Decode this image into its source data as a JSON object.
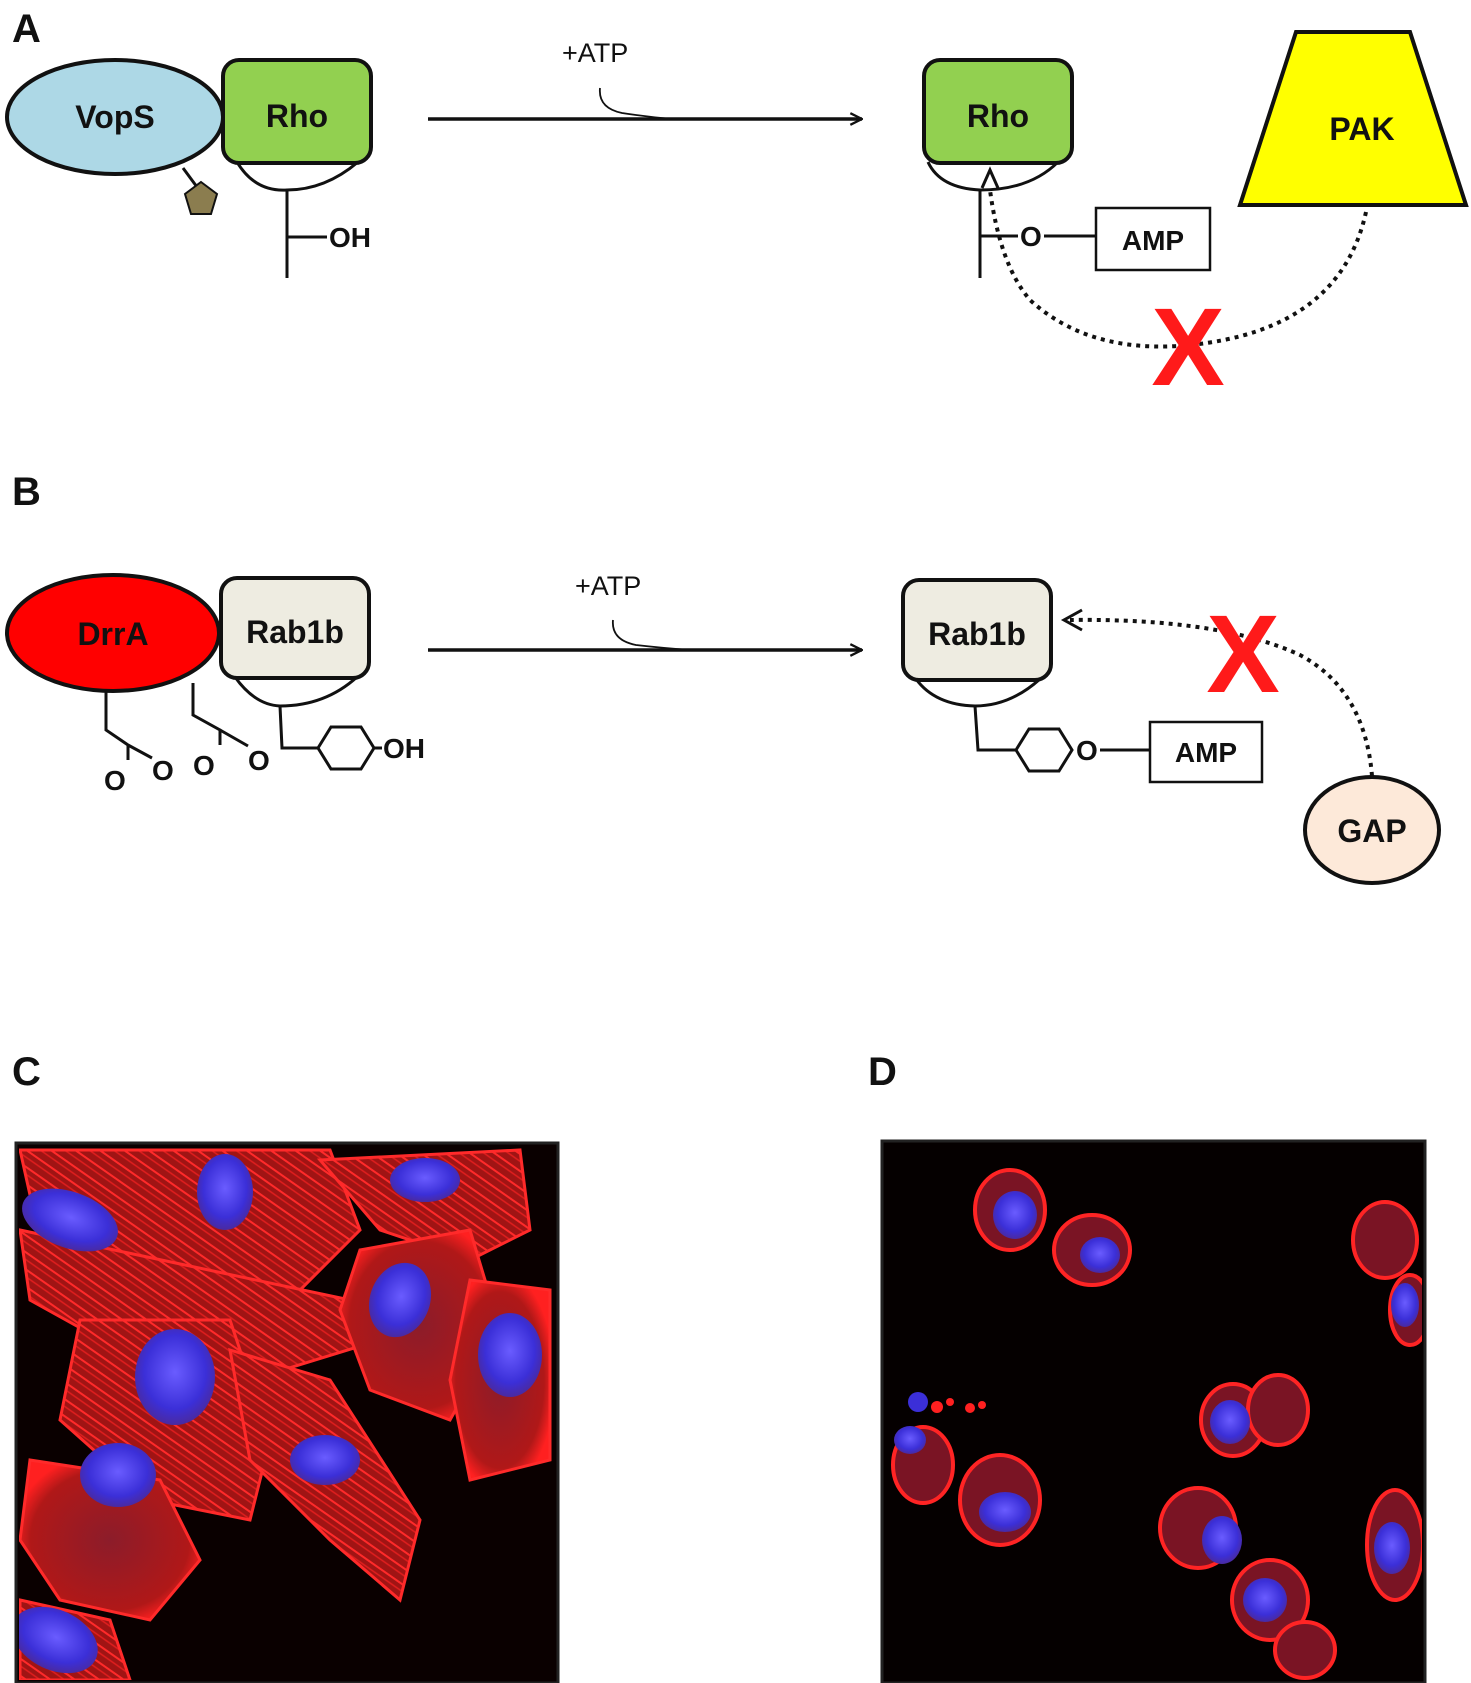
{
  "panels": {
    "a": {
      "label": "A",
      "enzyme": "VopS",
      "substrate": "Rho",
      "reagent": "+ATP",
      "hydroxyl": "OH",
      "oxygen": "O",
      "adduct": "AMP",
      "blocked_partner": "PAK",
      "blocked_mark": "X",
      "colors": {
        "enzyme": "#add8e6",
        "substrate": "#92d050",
        "partner": "#ffff00",
        "cofactor": "#8b7d4f"
      }
    },
    "b": {
      "label": "B",
      "enzyme": "DrrA",
      "substrate": "Rab1b",
      "reagent": "+ATP",
      "hydroxyl": "OH",
      "oxygen": "O",
      "adduct": "AMP",
      "blocked_partner": "GAP",
      "blocked_mark": "X",
      "colors": {
        "enzyme": "#ff0000",
        "substrate": "#eeece1",
        "partner": "#fde9d9"
      }
    },
    "c": {
      "label": "C"
    },
    "d": {
      "label": "D"
    }
  }
}
